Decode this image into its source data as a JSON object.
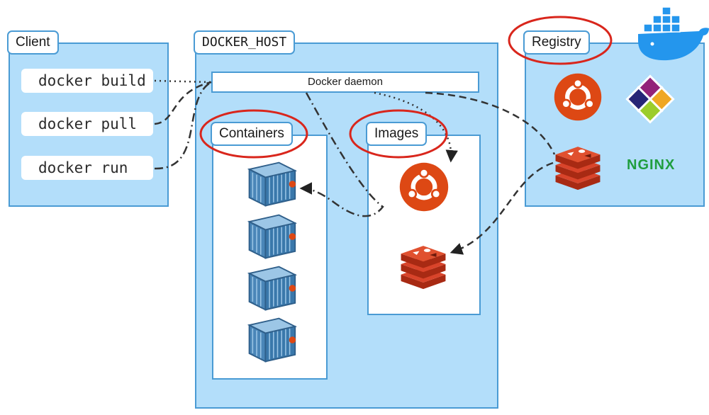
{
  "client": {
    "title": "Client",
    "commands": [
      "docker build",
      "docker pull",
      "docker run"
    ]
  },
  "host": {
    "title": "DOCKER_HOST",
    "daemon": "Docker daemon",
    "containers_label": "Containers",
    "images_label": "Images"
  },
  "registry": {
    "title": "Registry",
    "nginx_text": "NGINX"
  },
  "colors": {
    "panel_fill": "#b3defa",
    "panel_border": "#4a9bd4",
    "highlight_circle": "#d9261c",
    "ubuntu_orange": "#dd4814",
    "redis_red": "#c9361d",
    "container_blue": "#4a86b8",
    "nginx_green": "#1f9e3e",
    "docker_blue": "#2496ed"
  },
  "icons": {
    "docker": "docker-whale-icon",
    "ubuntu": "ubuntu-icon",
    "centos": "centos-icon",
    "redis": "redis-icon",
    "container": "container-icon"
  }
}
